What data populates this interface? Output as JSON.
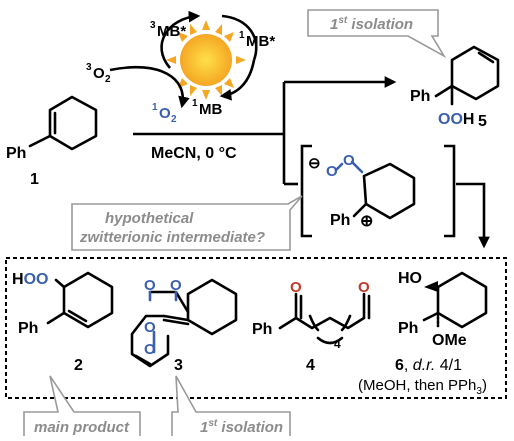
{
  "sensitizer": {
    "triplet_excited": [
      "3",
      "MB*"
    ],
    "singlet_excited": [
      "1",
      "MB*"
    ],
    "ground": [
      "1",
      "MB"
    ]
  },
  "oxygen": {
    "triplet": [
      "3",
      "O",
      "2"
    ],
    "singlet": [
      "1",
      "O",
      "2"
    ]
  },
  "substrate": {
    "ph": "Ph",
    "number": "1"
  },
  "conditions": "MeCN, 0 °C",
  "product5": {
    "ph": "Ph",
    "ooh": [
      "O",
      "O",
      "H"
    ],
    "number": "5"
  },
  "callout_top": {
    "sup": "1",
    "st": "st",
    "rest": " isolation"
  },
  "intermediate": {
    "minus": "⊖",
    "plus": "⊕",
    "o": "O",
    "ph": "Ph"
  },
  "callout_mid": {
    "line1": "hypothetical",
    "line2": "zwitterionic intermediate?"
  },
  "products": {
    "p2": {
      "ho": "H",
      "oo": "OO",
      "ph": "Ph",
      "number": "2"
    },
    "p3": {
      "o": "O",
      "number": "3"
    },
    "p4": {
      "ph": "Ph",
      "o": "O",
      "subscript": "4",
      "number": "4"
    },
    "p6": {
      "ho": "HO",
      "ph": "Ph",
      "ome": "OMe",
      "number": "6",
      "dr_label": "d.r.",
      "dr_value": "4/1",
      "note_a": "(MeOH, then PPh",
      "note_sub": "3",
      "note_b": ")"
    }
  },
  "callout_bottom_left": "main product",
  "callout_bottom_right": {
    "sup": "1",
    "st": "st",
    "rest": " isolation"
  },
  "colors": {
    "oxygen_blue": "#3a5fb0",
    "callout_gray": "#9a9a9a",
    "sun_outer": "#f5a623",
    "sun_inner": "#ffd21f"
  },
  "icons": [
    "sun-icon"
  ]
}
